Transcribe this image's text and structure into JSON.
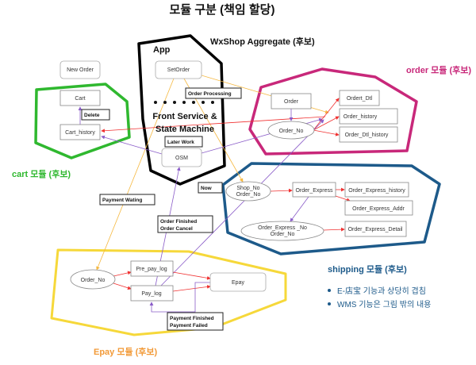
{
  "title": "모듈 구분 (책임 할당)",
  "aggregate": {
    "title": "WxShop Aggregate (후보)",
    "app": "App",
    "front1": "Front Service &",
    "front2": "State Machine"
  },
  "nodes": {
    "new_order": "New Order",
    "set_order": "SetOrder",
    "osm": "OSM",
    "cart": "Cart",
    "cart_history": "Cart_history",
    "order": "Order",
    "order_no": "Order_No",
    "ordert_dtl": "Ordert_Dtl",
    "order_history": "Order_history",
    "order_dtl_history": "Order_Dtl_history",
    "shop_no1": "Shop_No",
    "shop_no2": "Order_No",
    "order_express": "Order_Express",
    "order_express_history": "Order_Express_history",
    "order_express_addr": "Order_Express_Addr",
    "oe_no1": "Order_Express _No",
    "oe_no2": "Order_No",
    "order_express_detail": "Order_Express_Detail",
    "epay_order_no": "Order_No",
    "pre_pay_log": "Pre_pay_log",
    "pay_log": "Pay_log",
    "epay": "Epay"
  },
  "labels": {
    "order_processing": "Order Processing",
    "delete": "Delete",
    "later_work": "Later Work",
    "now": "Now",
    "payment_wating": "Payment Wating",
    "order_finished": "Order Finished",
    "order_cancel": "Order Cancel",
    "payment_finished": "Payment Finished",
    "payment_failed": "Payment Failed"
  },
  "modules": {
    "cart": "cart 모듈 (후보)",
    "order": "order 모듈 (후보)",
    "shipping": "shipping 모듈 (후보)",
    "epay": "Epay 모듈 (후보)"
  },
  "notes": [
    "E-店宝 기능과 상당히 겹침",
    "WMS 기능은 그림 밖의 내용"
  ],
  "colors": {
    "cart": "#2fb82f",
    "order": "#c8287a",
    "shipping": "#1d5a8a",
    "epay": "#f6d83a",
    "epay_text": "#f29a38",
    "aggregate": "#000000"
  }
}
